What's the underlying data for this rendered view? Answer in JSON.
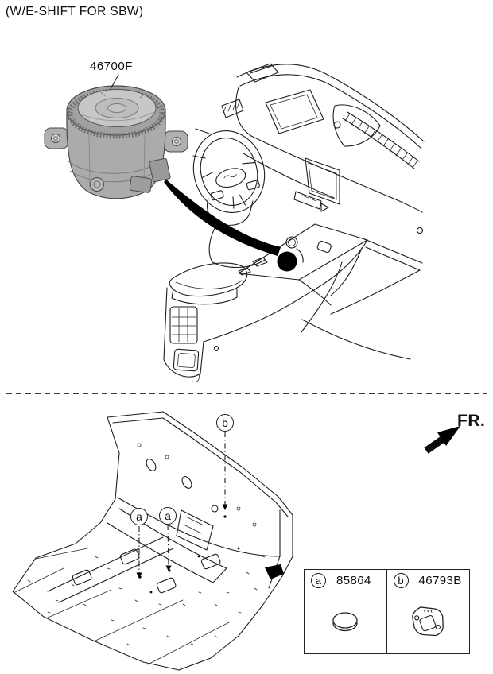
{
  "header": {
    "variant_note": "(W/E-SHIFT FOR SBW)"
  },
  "upper_section": {
    "part_code": "46700F",
    "illustrations": [
      "shift-by-wire-dial-unit",
      "dashboard-with-steering-wheel-and-console"
    ]
  },
  "lower_section": {
    "fr_label": "FR.",
    "illustration": "floor-pan-isometric-view",
    "callouts": {
      "a": "a",
      "b": "b"
    }
  },
  "table": {
    "cells": [
      {
        "callout": "a",
        "part_code": "85864",
        "icon": "oval-plug-illustration"
      },
      {
        "callout": "b",
        "part_code": "46793B",
        "icon": "grommet-illustration"
      }
    ]
  },
  "icons": {
    "fr_direction": "thick-arrow-up-right",
    "steering_wheel_logo": "kia-logo-mark"
  },
  "colors": {
    "line": "#1d1d1d",
    "background": "#ffffff",
    "dial_light": "#c7c7c7",
    "dial_mid": "#ababab",
    "dial_dark": "#9c9c9c",
    "accent_black": "#000000"
  }
}
